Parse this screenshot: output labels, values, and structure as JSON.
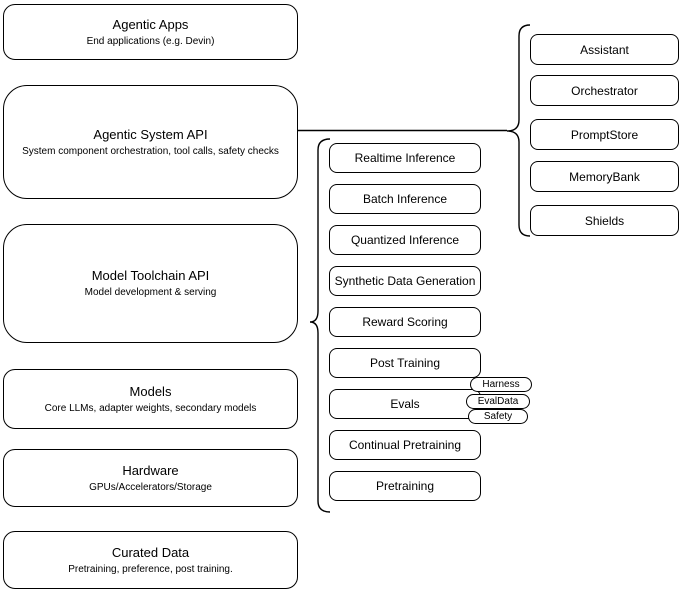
{
  "layers": [
    {
      "title": "Agentic Apps",
      "subtitle": "End applications (e.g. Devin)"
    },
    {
      "title": "Agentic System API",
      "subtitle": "System component orchestration, tool calls, safety checks"
    },
    {
      "title": "Model Toolchain API",
      "subtitle": "Model development & serving"
    },
    {
      "title": "Models",
      "subtitle": "Core LLMs, adapter weights, secondary models"
    },
    {
      "title": "Hardware",
      "subtitle": "GPUs/Accelerators/Storage"
    },
    {
      "title": "Curated Data",
      "subtitle": "Pretraining, preference, post training."
    }
  ],
  "toolchain_services": [
    "Realtime Inference",
    "Batch Inference",
    "Quantized Inference",
    "Synthetic Data Generation",
    "Reward Scoring",
    "Post Training",
    "Evals",
    "Continual Pretraining",
    "Pretraining"
  ],
  "evals_tags": [
    "Harness",
    "EvalData",
    "Safety"
  ],
  "system_components": [
    "Assistant",
    "Orchestrator",
    "PromptStore",
    "MemoryBank",
    "Shields"
  ],
  "colors": {
    "stroke": "#000000",
    "fill": "#ffffff",
    "text": "#000000",
    "background": "#ffffff"
  }
}
